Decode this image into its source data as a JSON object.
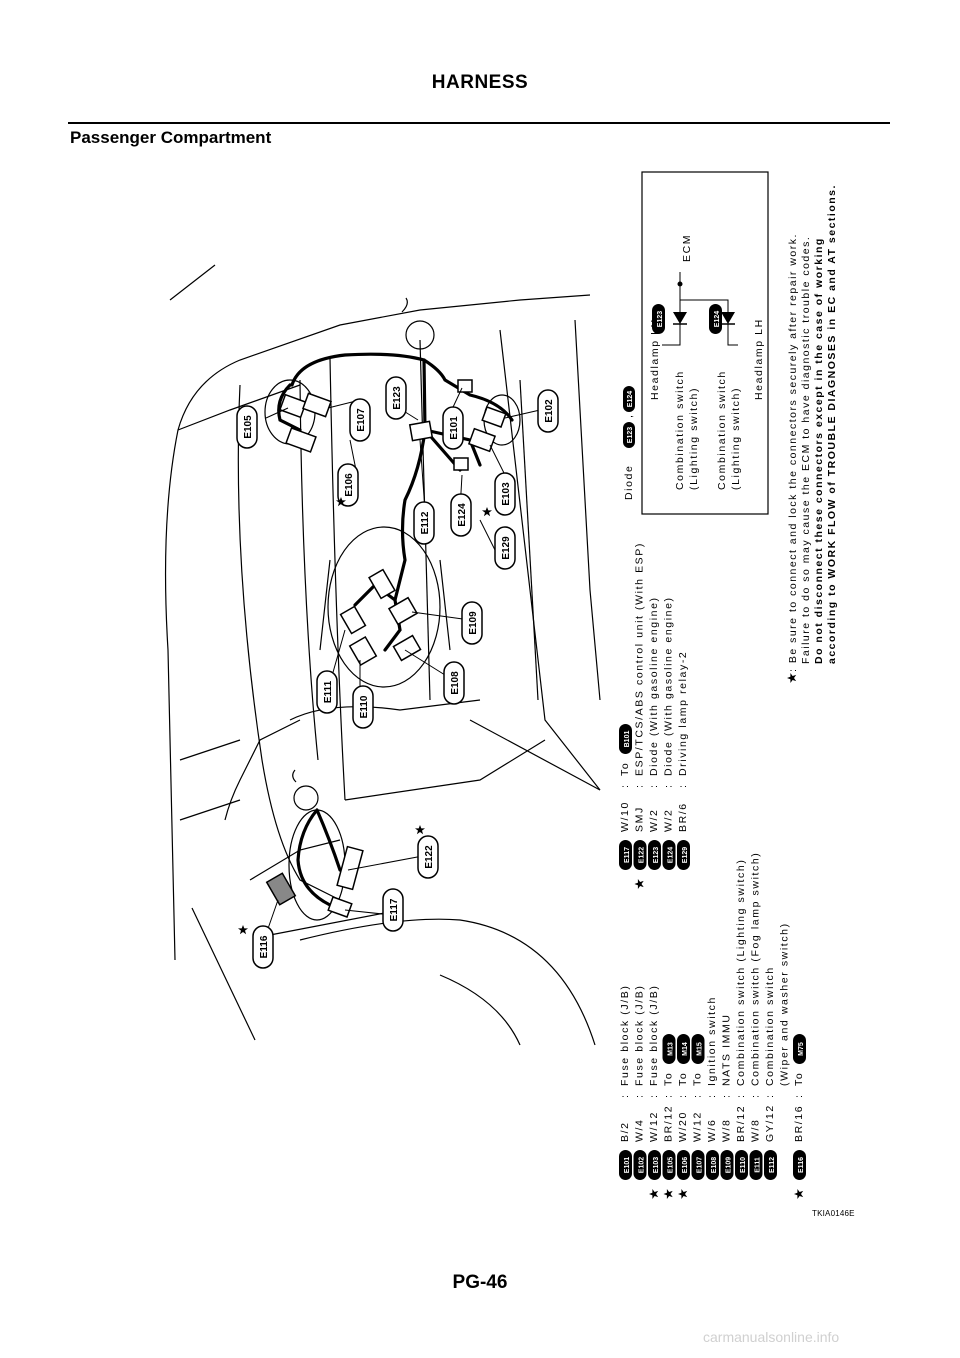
{
  "header": {
    "title": "HARNESS"
  },
  "section": {
    "title": "Passenger Compartment"
  },
  "diagram_labels": {
    "E101": "E101",
    "E102": "E102",
    "E103": "E103",
    "E105": "E105",
    "E106": "E106",
    "E107": "E107",
    "E108": "E108",
    "E109": "E109",
    "E110": "E110",
    "E111": "E111",
    "E112": "E112",
    "E116": "E116",
    "E117": "E117",
    "E122": "E122",
    "E123": "E123",
    "E124": "E124",
    "E129": "E129"
  },
  "legend_left": [
    {
      "code": "E101",
      "spec": "B/2",
      "desc": "Fuse block (J/B)",
      "star": false
    },
    {
      "code": "E102",
      "spec": "W/4",
      "desc": "Fuse block (J/B)",
      "star": false
    },
    {
      "code": "E103",
      "spec": "W/12",
      "desc": "Fuse block (J/B)",
      "star": true
    },
    {
      "code": "E105",
      "spec": "BR/12",
      "desc": "To",
      "to": "M13",
      "star": true
    },
    {
      "code": "E106",
      "spec": "W/20",
      "desc": "To",
      "to": "M14",
      "star": true
    },
    {
      "code": "E107",
      "spec": "W/12",
      "desc": "To",
      "to": "M15",
      "star": false
    },
    {
      "code": "E108",
      "spec": "W/6",
      "desc": "Ignition switch",
      "star": false
    },
    {
      "code": "E109",
      "spec": "W/8",
      "desc": "NATS IMMU",
      "star": false
    },
    {
      "code": "E110",
      "spec": "BR/12",
      "desc": "Combination switch (Lighting switch)",
      "star": false
    },
    {
      "code": "E111",
      "spec": "W/8",
      "desc": "Combination switch (Fog lamp switch)",
      "star": false
    },
    {
      "code": "E112",
      "spec": "GY/12",
      "desc": "Combination switch",
      "desc2": "(Wiper and washer switch)",
      "star": false
    },
    {
      "code": "E116",
      "spec": "BR/16",
      "desc": "To",
      "to": "M75",
      "star": true
    }
  ],
  "legend_right": [
    {
      "code": "E117",
      "spec": "W/10",
      "desc": "To",
      "to": "B101",
      "star": false
    },
    {
      "code": "E122",
      "spec": "SMJ",
      "desc": "ESP/TCS/ABS control unit (With ESP)",
      "star": true
    },
    {
      "code": "E123",
      "spec": "W/2",
      "desc": "Diode (With gasoline engine)",
      "star": false
    },
    {
      "code": "E124",
      "spec": "W/2",
      "desc": "Diode (With gasoline engine)",
      "star": false
    },
    {
      "code": "E129",
      "spec": "BR/6",
      "desc": "Driving lamp relay-2",
      "star": false
    }
  ],
  "schematic": {
    "caption_prefix": "Diode",
    "caption_sep": ",",
    "caption_codes": [
      "E123",
      "E124"
    ],
    "headlamp_lh_1": "Headlamp LH",
    "comb_switch_1a": "Combination switch",
    "comb_switch_1b": "(Lighting switch)",
    "comb_switch_2a": "Combination switch",
    "comb_switch_2b": "(Lighting switch)",
    "headlamp_lh_2": "Headlamp LH",
    "ecm": "ECM",
    "diode_1": "E123",
    "diode_2": "E124"
  },
  "notes": {
    "line1": ": Be sure to connect and lock the connectors securely after repair work.",
    "line2": "Failure to do so may cause the ECM to have diagnostic trouble codes.",
    "line3": "Do not disconnect these connectors except in the case of working",
    "line4": "according to WORK FLOW of TROUBLE DIAGNOSES in EC and AT sections."
  },
  "figure_id": "TKIA0146E",
  "footer": {
    "page_number": "PG-46"
  },
  "watermark": "carmanualsonline.info"
}
